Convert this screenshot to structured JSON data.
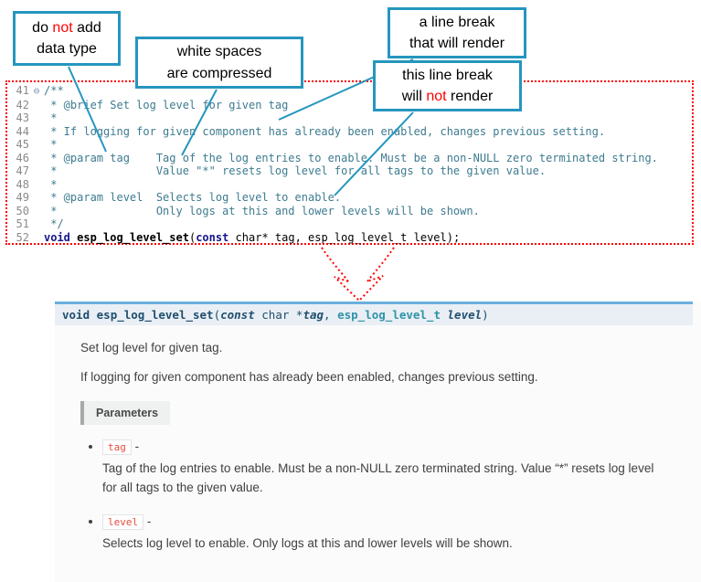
{
  "callouts": {
    "no_datatype": {
      "pre": "do ",
      "em": "not",
      "post": " add",
      "line2": "data type"
    },
    "whitespace": {
      "line1": "white spaces",
      "line2": "are compressed"
    },
    "break_render": {
      "line1": "a line break",
      "line2": "that will render"
    },
    "break_norender": {
      "line1": "this line break",
      "pre": "will ",
      "em": "not",
      "post": " render"
    }
  },
  "editor": {
    "lines": [
      {
        "num": "41",
        "fold": "⊖",
        "segments": [
          {
            "text": "/**",
            "style": "comment"
          }
        ]
      },
      {
        "num": "42",
        "segments": [
          {
            "text": " * @brief Set log level for given tag",
            "style": "comment"
          }
        ]
      },
      {
        "num": "43",
        "segments": [
          {
            "text": " *",
            "style": "comment"
          }
        ]
      },
      {
        "num": "44",
        "segments": [
          {
            "text": " * If logging for given component has already been enabled, changes previous setting.",
            "style": "comment"
          }
        ]
      },
      {
        "num": "45",
        "segments": [
          {
            "text": " *",
            "style": "comment"
          }
        ]
      },
      {
        "num": "46",
        "segments": [
          {
            "text": " * @param tag    Tag of the log entries to enable. Must be a non-NULL zero terminated string.",
            "style": "comment"
          }
        ]
      },
      {
        "num": "47",
        "segments": [
          {
            "text": " *               Value \"*\" resets log level for all tags to the given value.",
            "style": "comment"
          }
        ]
      },
      {
        "num": "48",
        "segments": [
          {
            "text": " *",
            "style": "comment"
          }
        ]
      },
      {
        "num": "49",
        "segments": [
          {
            "text": " * @param level  Selects log level to enable.",
            "style": "comment"
          }
        ]
      },
      {
        "num": "50",
        "segments": [
          {
            "text": " *               Only logs at this and lower levels will be shown.",
            "style": "comment"
          }
        ]
      },
      {
        "num": "51",
        "segments": [
          {
            "text": " */",
            "style": "comment"
          }
        ]
      },
      {
        "num": "52",
        "segments": [
          {
            "text": "void",
            "style": "keyword"
          },
          {
            "text": " ",
            "style": "plain"
          },
          {
            "text": "esp_log_level_set",
            "style": "function"
          },
          {
            "text": "(",
            "style": "plain"
          },
          {
            "text": "const",
            "style": "keyword"
          },
          {
            "text": " char* tag, esp_log_level_t level);",
            "style": "plain"
          }
        ]
      }
    ]
  },
  "doc": {
    "signature": [
      {
        "text": "void ",
        "style": "kw"
      },
      {
        "text": "esp_log_level_set",
        "style": "name"
      },
      {
        "text": "(",
        "style": "plain"
      },
      {
        "text": "const",
        "style": "kwi"
      },
      {
        "text": " ",
        "style": "plain"
      },
      {
        "text": "char",
        "style": "type"
      },
      {
        "text": " *",
        "style": "plain"
      },
      {
        "text": "tag",
        "style": "param"
      },
      {
        "text": ", ",
        "style": "plain"
      },
      {
        "text": "esp_log_level_t",
        "style": "ttype"
      },
      {
        "text": " ",
        "style": "plain"
      },
      {
        "text": "level",
        "style": "param"
      },
      {
        "text": ")",
        "style": "plain"
      }
    ],
    "brief": "Set log level for given tag.",
    "description": "If logging for given component has already been enabled, changes previous setting.",
    "parameters_label": "Parameters",
    "params": [
      {
        "name": "tag",
        "sep": "-",
        "desc": "Tag of the log entries to enable. Must be a non-NULL zero terminated string. Value “*” resets log level for all tags to the given value."
      },
      {
        "name": "level",
        "sep": "-",
        "desc": "Selects log level to enable. Only logs at this and lower levels will be shown."
      }
    ]
  },
  "colors": {
    "callout_border": "#2596BE",
    "annotation_red": "#FF0000",
    "arrow_blue": "#2596BE",
    "dotted_border_red": "#FF0000",
    "code_comment": "#3D7B8F",
    "code_keyword": "#16168C",
    "signature_bg": "#E9EFF4",
    "signature_top_border": "#6AB0DE",
    "param_name_red": "#E74C3C"
  }
}
